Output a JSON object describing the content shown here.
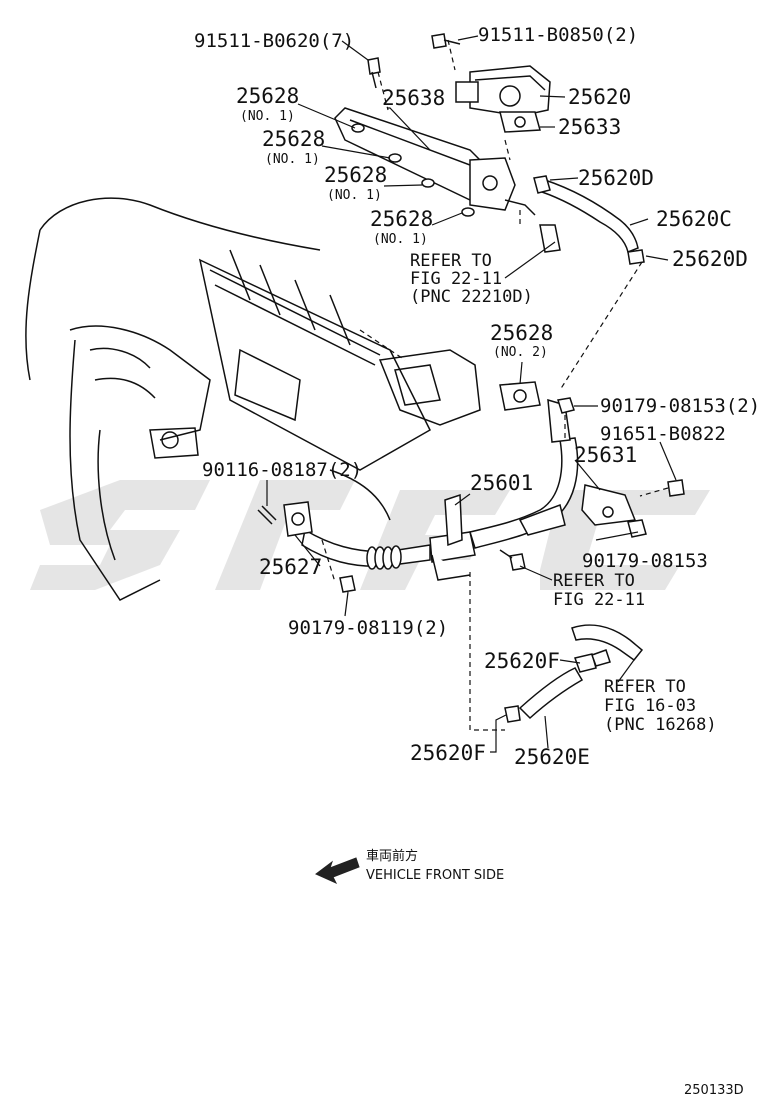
{
  "labels": {
    "p91511_b0620": "91511-B0620(7)",
    "p91511_b0850": "91511-B0850(2)",
    "p25628_a": "25628",
    "p25628_a_note": "(NO. 1)",
    "p25638": "25638",
    "p25620": "25620",
    "p25628_b": "25628",
    "p25628_b_note": "(NO. 1)",
    "p25633": "25633",
    "p25628_c": "25628",
    "p25628_c_note": "(NO. 1)",
    "p25620d_a": "25620D",
    "p25628_d": "25628",
    "p25628_d_note": "(NO. 1)",
    "p25620c": "25620C",
    "ref1_l1": "REFER TO",
    "ref1_l2": "FIG 22-11",
    "ref1_l3": "(PNC 22210D)",
    "p25620d_b": "25620D",
    "p25628_e": "25628",
    "p25628_e_note": "(NO. 2)",
    "p90179_08153_2": "90179-08153(2)",
    "p91651_b0822": "91651-B0822",
    "p90116_08187": "90116-08187(2)",
    "p25631": "25631",
    "p25601": "25601",
    "p90179_08153": "90179-08153",
    "p25627": "25627",
    "ref2_l1": "REFER TO",
    "ref2_l2": "FIG 22-11",
    "p90179_08119": "90179-08119(2)",
    "p25620f_a": "25620F",
    "ref3_l1": "REFER TO",
    "ref3_l2": "FIG 16-03",
    "ref3_l3": "(PNC 16268)",
    "p25620f_b": "25620F",
    "p25620e": "25620E",
    "front_jp": "車両前方",
    "front_en": "VEHICLE FRONT SIDE",
    "figure_id": "250133D"
  },
  "icons": {
    "front_arrow": "left-arrow-icon"
  }
}
